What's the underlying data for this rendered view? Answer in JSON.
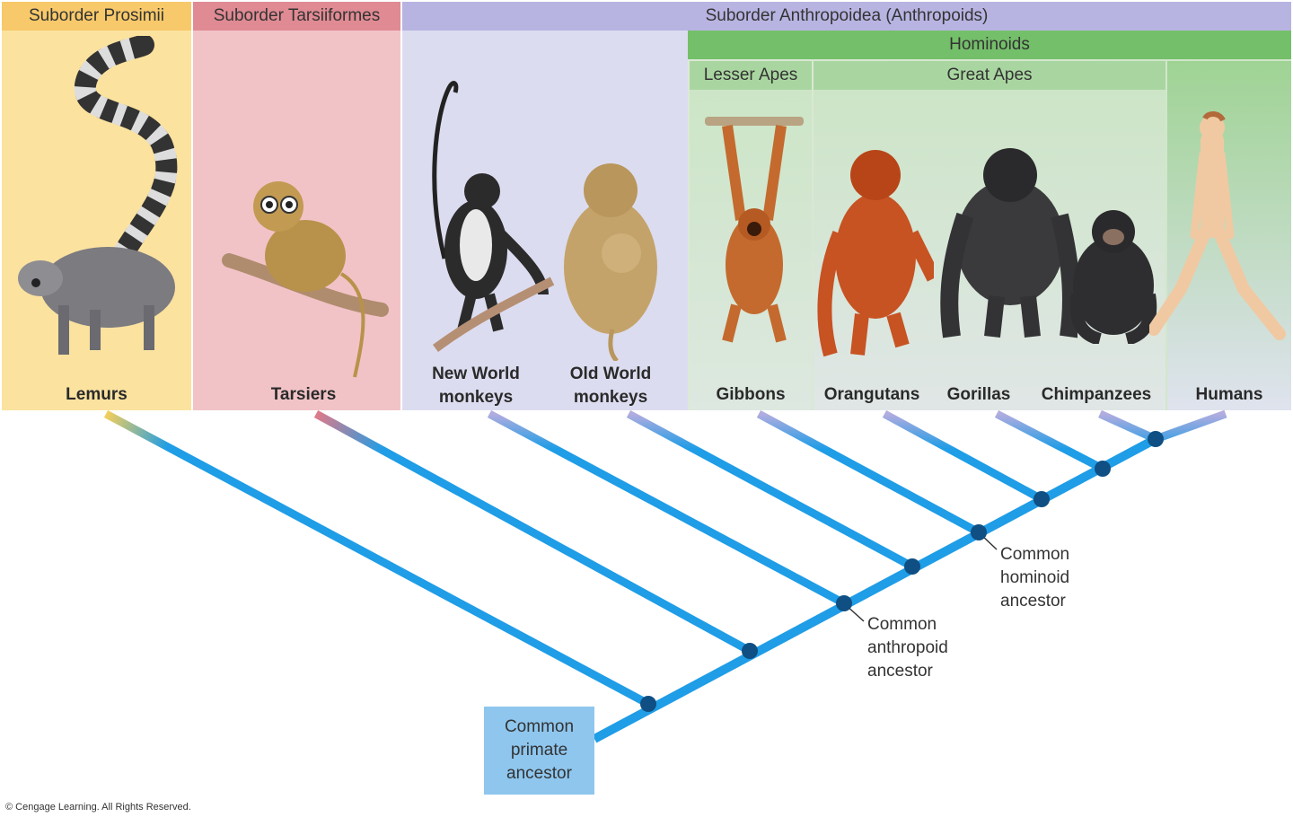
{
  "headers": {
    "prosimii": "Suborder Prosimii",
    "tarsiiformes": "Suborder Tarsiiformes",
    "anthropoidea": "Suborder Anthropoidea (Anthropoids)",
    "hominoids": "Hominoids",
    "lesser_apes": "Lesser Apes",
    "great_apes": "Great Apes"
  },
  "taxa": {
    "lemurs": "Lemurs",
    "tarsiers": "Tarsiers",
    "new_world_1": "New World",
    "new_world_2": "monkeys",
    "old_world_1": "Old World",
    "old_world_2": "monkeys",
    "gibbons": "Gibbons",
    "orangutans": "Orangutans",
    "gorillas": "Gorillas",
    "chimpanzees": "Chimpanzees",
    "humans": "Humans"
  },
  "annotations": {
    "anthropoid": [
      "Common",
      "anthropoid",
      "ancestor"
    ],
    "hominoid": [
      "Common",
      "hominoid",
      "ancestor"
    ],
    "primate": [
      "Common",
      "primate",
      "ancestor"
    ]
  },
  "copyright": "© Cengage Learning. All Rights Reserved.",
  "colors": {
    "prosimii_bg": "#fbe29f",
    "prosimii_hdr": "#f8c96a",
    "tarsiiformes_bg": "#f1c3c7",
    "tarsiiformes_hdr": "#e08a93",
    "anthropoidea_bg": "#dcdcf0",
    "anthropoidea_hdr": "#b7b4e2",
    "hominoids_hdr": "#74bf6a",
    "apes_bg": "#cfe6c8",
    "apes_hdr": "#a9d6a0",
    "branch": "#1f9de6",
    "node": "#0f4f83"
  }
}
